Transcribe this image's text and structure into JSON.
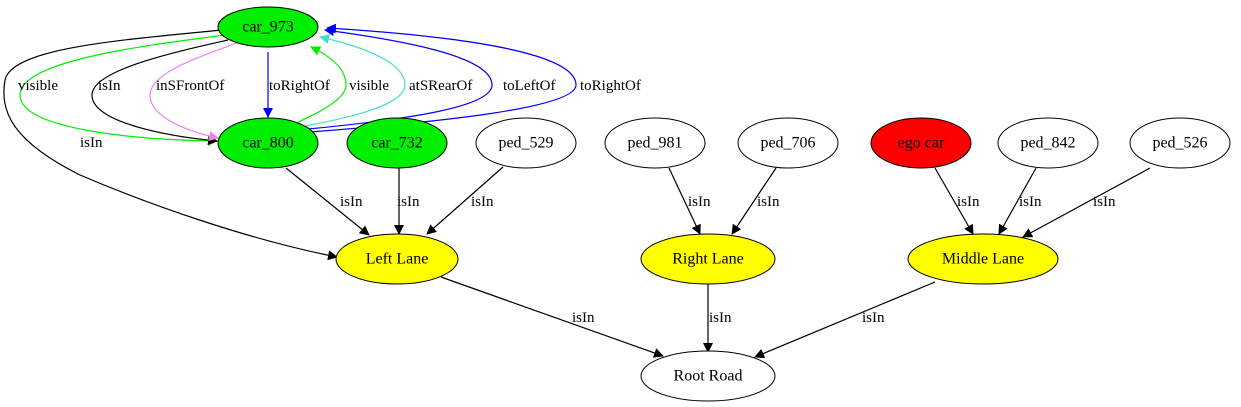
{
  "colors": {
    "green": "#00ee00",
    "red": "#ff0000",
    "yellow": "#ffff00",
    "white": "#ffffff",
    "black": "#000000",
    "blue": "#0000ff",
    "violet": "#ee82ee",
    "turquoise": "#40e0d0"
  },
  "nodes": {
    "car_973": {
      "label": "car_973",
      "fill": "#00ee00"
    },
    "car_800": {
      "label": "car_800",
      "fill": "#00ee00"
    },
    "car_732": {
      "label": "car_732",
      "fill": "#00ee00"
    },
    "ped_529": {
      "label": "ped_529",
      "fill": "#ffffff"
    },
    "ped_981": {
      "label": "ped_981",
      "fill": "#ffffff"
    },
    "ped_706": {
      "label": "ped_706",
      "fill": "#ffffff"
    },
    "ego_car": {
      "label": "ego car",
      "fill": "#ff0000"
    },
    "ped_842": {
      "label": "ped_842",
      "fill": "#ffffff"
    },
    "ped_526": {
      "label": "ped_526",
      "fill": "#ffffff"
    },
    "left_lane": {
      "label": "Left Lane",
      "fill": "#ffff00"
    },
    "right_lane": {
      "label": "Right Lane",
      "fill": "#ffff00"
    },
    "middle_lane": {
      "label": "Middle Lane",
      "fill": "#ffff00"
    },
    "root_road": {
      "label": "Root Road",
      "fill": "#ffffff"
    }
  },
  "edges": [
    {
      "from": "car_973",
      "to": "car_800",
      "label": "visible",
      "color": "#00ee00"
    },
    {
      "from": "car_973",
      "to": "car_800",
      "label": "isIn",
      "color": "#000000"
    },
    {
      "from": "car_973",
      "to": "car_800",
      "label": "inSFrontOf",
      "color": "#ee82ee"
    },
    {
      "from": "car_973",
      "to": "car_800",
      "label": "toRightOf",
      "color": "#0000ff"
    },
    {
      "from": "car_800",
      "to": "car_973",
      "label": "visible",
      "color": "#00ee00"
    },
    {
      "from": "car_800",
      "to": "car_973",
      "label": "atSRearOf",
      "color": "#40e0d0"
    },
    {
      "from": "car_800",
      "to": "car_973",
      "label": "toLeftOf",
      "color": "#0000ff"
    },
    {
      "from": "car_800",
      "to": "car_973",
      "label": "toRightOf",
      "color": "#0000ff"
    },
    {
      "from": "car_973",
      "to": "left_lane",
      "label": "isIn",
      "color": "#000000"
    },
    {
      "from": "car_800",
      "to": "left_lane",
      "label": "isIn",
      "color": "#000000"
    },
    {
      "from": "car_732",
      "to": "left_lane",
      "label": "isIn",
      "color": "#000000"
    },
    {
      "from": "ped_529",
      "to": "left_lane",
      "label": "isIn",
      "color": "#000000"
    },
    {
      "from": "ped_981",
      "to": "right_lane",
      "label": "isIn",
      "color": "#000000"
    },
    {
      "from": "ped_706",
      "to": "right_lane",
      "label": "isIn",
      "color": "#000000"
    },
    {
      "from": "ego_car",
      "to": "middle_lane",
      "label": "isIn",
      "color": "#000000"
    },
    {
      "from": "ped_842",
      "to": "middle_lane",
      "label": "isIn",
      "color": "#000000"
    },
    {
      "from": "ped_526",
      "to": "middle_lane",
      "label": "isIn",
      "color": "#000000"
    },
    {
      "from": "left_lane",
      "to": "root_road",
      "label": "isIn",
      "color": "#000000"
    },
    {
      "from": "right_lane",
      "to": "root_road",
      "label": "isIn",
      "color": "#000000"
    },
    {
      "from": "middle_lane",
      "to": "root_road",
      "label": "isIn",
      "color": "#000000"
    }
  ]
}
